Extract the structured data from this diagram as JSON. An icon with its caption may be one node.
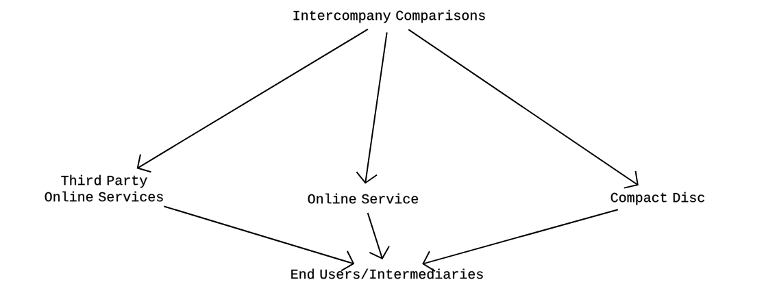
{
  "diagram": {
    "nodes": [
      {
        "text": [
          "Intercompany Comparisons"
        ]
      },
      {
        "text": [
          "Third Party Online Services"
        ]
      },
      {
        "text": [
          "Online Service"
        ]
      },
      {
        "text": [
          "Compact Disc"
        ]
      },
      {
        "text": [
          "End Users/Intermediaries"
        ]
      }
    ],
    "edges": [
      {
        "from": 0,
        "to": 1,
        "arrow": "to"
      },
      {
        "from": 0,
        "to": 2,
        "arrow": "to"
      },
      {
        "from": 0,
        "to": 3,
        "arrow": "to"
      },
      {
        "from": 1,
        "to": 4,
        "arrow": "to"
      },
      {
        "from": 2,
        "to": 4,
        "arrow": "to"
      },
      {
        "from": 3,
        "to": 4,
        "arrow": "to"
      }
    ]
  }
}
